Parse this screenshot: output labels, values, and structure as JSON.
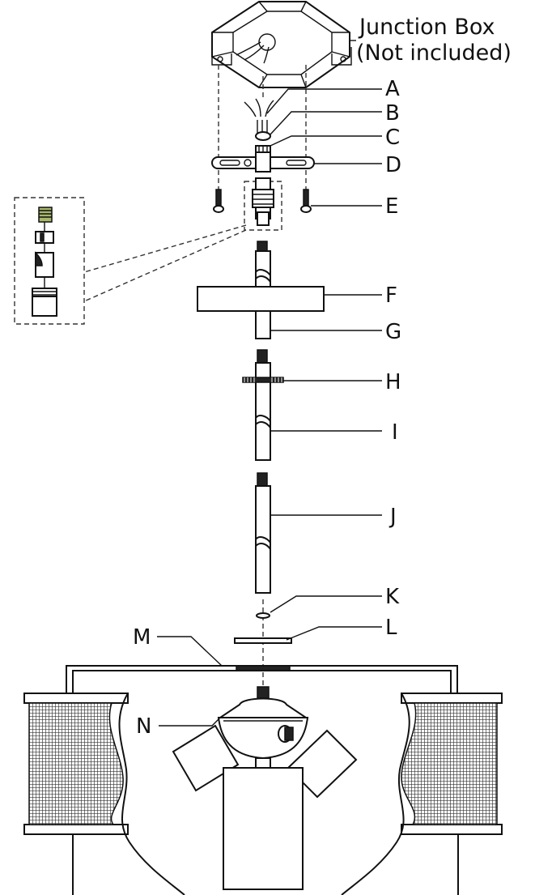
{
  "junction_box": {
    "line1": "Junction Box",
    "line2": "(Not included)"
  },
  "parts": [
    {
      "id": "A",
      "label": "A"
    },
    {
      "id": "B",
      "label": "B"
    },
    {
      "id": "C",
      "label": "C"
    },
    {
      "id": "D",
      "label": "D"
    },
    {
      "id": "E",
      "label": "E"
    },
    {
      "id": "F",
      "label": "F"
    },
    {
      "id": "G",
      "label": "G"
    },
    {
      "id": "H",
      "label": "H"
    },
    {
      "id": "I",
      "label": "I"
    },
    {
      "id": "J",
      "label": "J"
    },
    {
      "id": "K",
      "label": "K"
    },
    {
      "id": "L",
      "label": "L"
    },
    {
      "id": "M",
      "label": "M"
    },
    {
      "id": "N",
      "label": "N"
    }
  ],
  "colors": {
    "line": "#111111",
    "screw_highlight": "#a8b86a",
    "mesh": "#333333"
  }
}
